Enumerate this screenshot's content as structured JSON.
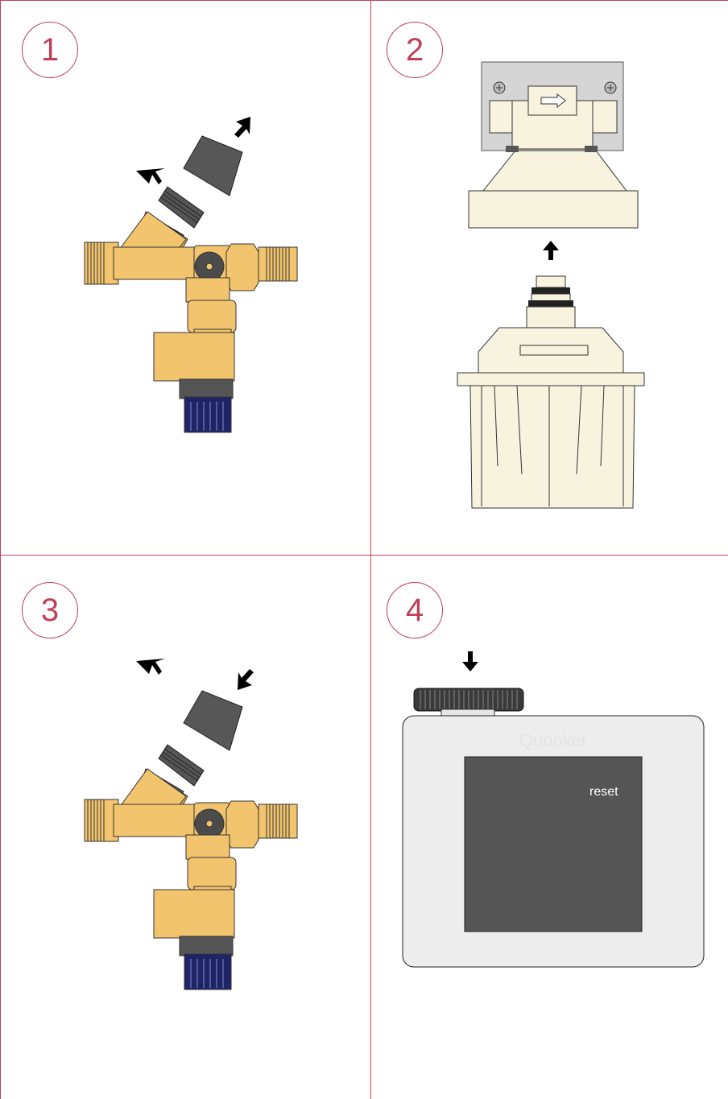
{
  "steps": [
    {
      "number": "1"
    },
    {
      "number": "2"
    },
    {
      "number": "3"
    },
    {
      "number": "4"
    }
  ],
  "device": {
    "brand": "Quooker",
    "reset_label": "reset"
  },
  "colors": {
    "accent": "#c0405a",
    "brass": "#f2c46e",
    "brass_dark": "#d9a64d",
    "cap_gray": "#575757",
    "knob_blue": "#1f2466",
    "filter_cream": "#f7f3df",
    "device_body": "#ededed",
    "device_panel": "#555555"
  }
}
